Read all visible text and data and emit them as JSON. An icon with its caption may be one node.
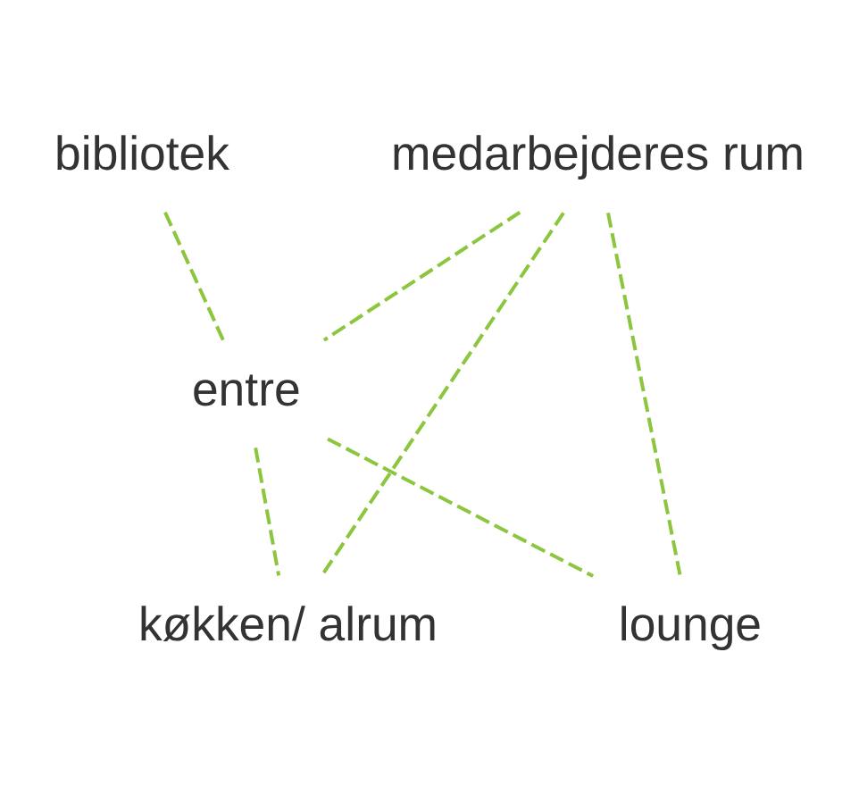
{
  "diagram": {
    "nodes": [
      {
        "text": [
          "medarbejderes rum"
        ]
      },
      {
        "text": [
          "bibliotek"
        ]
      },
      {
        "text": [
          "entre"
        ]
      },
      {
        "text": [
          "køkken/ alrum"
        ]
      },
      {
        "text": [
          "lounge"
        ]
      }
    ],
    "edges": [
      {
        "from": 0,
        "to": 3,
        "arrow": "none",
        "style": "dashed"
      },
      {
        "from": 0,
        "to": 4,
        "arrow": "none",
        "style": "dashed"
      },
      {
        "from": 0,
        "to": 2,
        "arrow": "none",
        "style": "dashed"
      },
      {
        "from": 1,
        "to": 2,
        "arrow": "none",
        "style": "dashed"
      },
      {
        "from": 2,
        "to": 3,
        "arrow": "none",
        "style": "dashed"
      },
      {
        "from": 2,
        "to": 4,
        "arrow": "none",
        "style": "dashed"
      }
    ]
  }
}
